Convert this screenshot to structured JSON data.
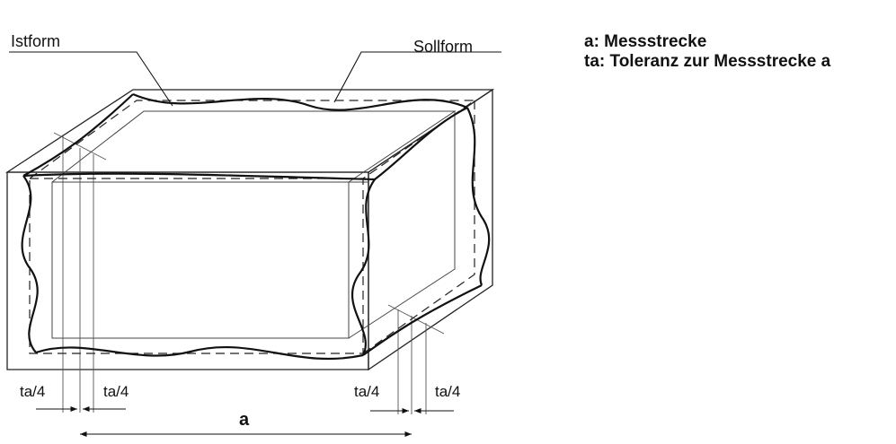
{
  "labels": {
    "actual_form": "Istform",
    "nominal_form": "Sollform",
    "tolerance_left_1": "ta/4",
    "tolerance_left_2": "ta/4",
    "tolerance_right_1": "ta/4",
    "tolerance_right_2": "ta/4",
    "measuring_length": "a"
  },
  "legend": {
    "line_a": "a:  Messstrecke",
    "line_ta": "ta: Toleranz zur Messstrecke a"
  },
  "colors": {
    "ink": "#111111",
    "background": "#ffffff"
  }
}
